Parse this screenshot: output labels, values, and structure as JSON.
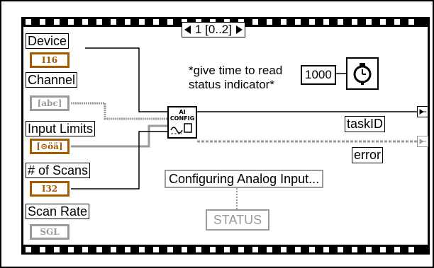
{
  "frame": {
    "selector_label": "1 [0..2]"
  },
  "inputs": [
    {
      "label": "Device",
      "type": "I16",
      "color": "#a55a00"
    },
    {
      "label": "Channel",
      "type": "[abc]",
      "color": "#9a9a9a"
    },
    {
      "label": "Input Limits",
      "type": "[⊙öä]",
      "color": "#a55a00"
    },
    {
      "label": "# of Scans",
      "type": "I32",
      "color": "#a55a00"
    },
    {
      "label": "Scan Rate",
      "type": "SGL",
      "color": "#9a9a9a"
    }
  ],
  "comment": {
    "text_line1": "*give time to read",
    "text_line2": "status indicator*"
  },
  "wait_value": "1000",
  "icons": {
    "wait": "stopwatch-icon",
    "config": "ai-config-icon"
  },
  "ai_config": {
    "line1": "AI",
    "line2": "CONFIG"
  },
  "outputs": {
    "task_id": "taskID",
    "error": "error"
  },
  "status": {
    "message": "Configuring Analog Input...",
    "indicator": "STATUS"
  },
  "colors": {
    "integer_wire": "#a55a00",
    "string_wire": "#9a9a9a",
    "black": "#000000"
  }
}
